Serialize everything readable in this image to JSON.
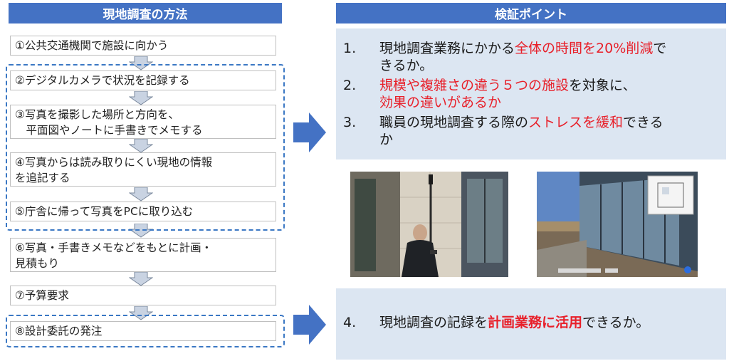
{
  "left_header": "現地調査の方法",
  "right_header": "検証ポイント",
  "steps": [
    {
      "line1": "①公共交通機関で施設に向かう"
    },
    {
      "line1": "②デジタルカメラで状況を記録する"
    },
    {
      "line1": "③写真を撮影した場所と方向を、",
      "line2": "　平面図やノートに手書きでメモする"
    },
    {
      "line1": "④写真からは読み取りにくい現地の情報",
      "line2": "を追記する"
    },
    {
      "line1": "⑤庁舎に帰って写真をPCに取り込む"
    },
    {
      "line1": "⑥写真・手書きメモなどをもとに計画・",
      "line2": "見積もり"
    },
    {
      "line1": "⑦予算要求"
    },
    {
      "line1": "⑧設計委託の発注"
    }
  ],
  "points": {
    "p1": {
      "num": "1.",
      "a": "現地調査業務にかかる",
      "b": "全体の時間を20%削減",
      "c": "で",
      "d": "きるか。"
    },
    "p2": {
      "num": "2.",
      "a": "規模や複雑さの違う５つの施設",
      "b": "を対象に、",
      "c": "効果の違いがあるか"
    },
    "p3": {
      "num": "3.",
      "a": "職員の現地調査する際の",
      "b": "ストレスを緩和",
      "c": "できる",
      "d": "か"
    },
    "p4": {
      "num": "4.",
      "a": "現地調査の記録を",
      "b": "計画業務に活用",
      "c": "できるか。"
    }
  },
  "colors": {
    "header": "#4472c4",
    "panel": "#dce6f2",
    "accent_red": "#e8202a",
    "dash": "#3b78c4"
  }
}
